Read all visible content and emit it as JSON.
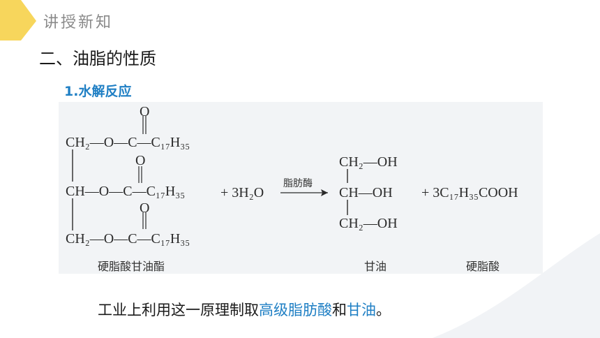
{
  "header": {
    "title": "讲授新知",
    "accent_color": "#f6cf3f"
  },
  "section": {
    "heading": "二、油脂的性质"
  },
  "subsection": {
    "heading": "1.水解反应",
    "color": "#1f7fc4"
  },
  "reaction": {
    "reactant": {
      "top_chain": "CH₂—O—C—C₁₇H₃₅",
      "mid_chain": "CH—O—C—C₁₇H₃₅",
      "bottom_chain": "CH₂—O—C—C₁₇H₃₅",
      "carbonyl_o": "O",
      "name": "硬脂酸甘油酯"
    },
    "water": "+ 3H₂O",
    "catalyst": "脂肪酶",
    "product_glycerol": {
      "top": "CH₂—OH",
      "mid": "CH—OH",
      "bottom": "CH₂—OH",
      "name": "甘油"
    },
    "product_acid": {
      "formula": "+ 3C₁₇H₃₅COOH",
      "name": "硬脂酸"
    }
  },
  "conclusion": {
    "prefix": "工业上利用这一原理制取",
    "highlight_1": "高级脂肪酸",
    "connector": "和",
    "highlight_2": "甘油",
    "suffix": "。"
  }
}
